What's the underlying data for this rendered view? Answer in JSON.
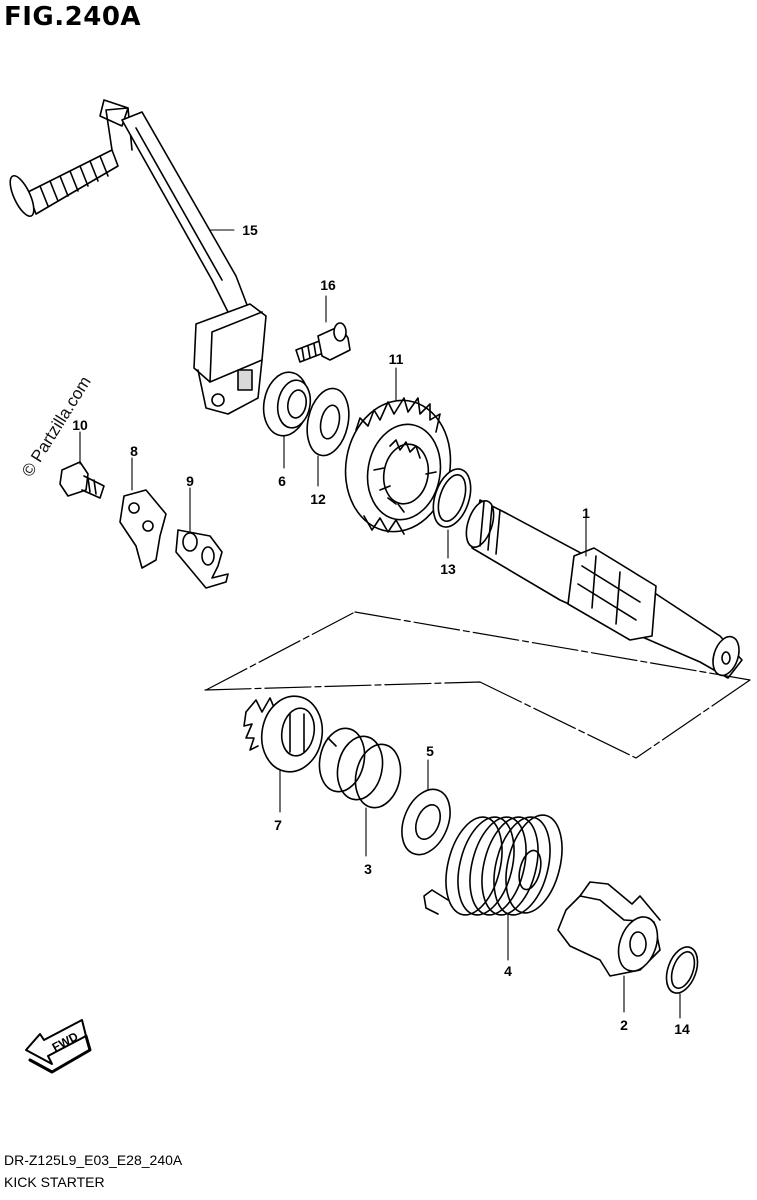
{
  "figure": {
    "title": "FIG.240A",
    "watermark": "© Partzilla.com",
    "diagram_code": "DR-Z125L9_E03_E28_240A",
    "diagram_name": "KICK STARTER"
  },
  "callouts": [
    {
      "label": "1"
    },
    {
      "label": "2"
    },
    {
      "label": "3"
    },
    {
      "label": "4"
    },
    {
      "label": "5"
    },
    {
      "label": "6"
    },
    {
      "label": "7"
    },
    {
      "label": "8"
    },
    {
      "label": "9"
    },
    {
      "label": "10"
    },
    {
      "label": "11"
    },
    {
      "label": "12"
    },
    {
      "label": "13"
    },
    {
      "label": "14"
    },
    {
      "label": "15"
    },
    {
      "label": "16"
    }
  ],
  "direction_indicator": {
    "text": "FWD"
  },
  "colors": {
    "line": "#000000",
    "fill": "#ffffff",
    "shade": "#d9d9d9"
  }
}
